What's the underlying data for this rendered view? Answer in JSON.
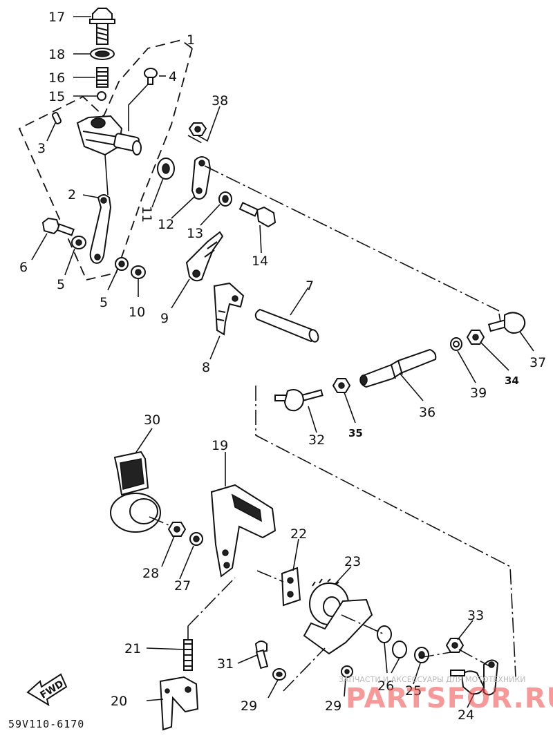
{
  "diagram": {
    "callouts": [
      {
        "id": "c17",
        "text": "17"
      },
      {
        "id": "c18",
        "text": "18"
      },
      {
        "id": "c16",
        "text": "16"
      },
      {
        "id": "c15",
        "text": "15"
      },
      {
        "id": "c1",
        "text": "1"
      },
      {
        "id": "c4",
        "text": "4"
      },
      {
        "id": "c3",
        "text": "3"
      },
      {
        "id": "c38",
        "text": "38"
      },
      {
        "id": "c2",
        "text": "2"
      },
      {
        "id": "c11",
        "text": "11"
      },
      {
        "id": "c12",
        "text": "12"
      },
      {
        "id": "c13",
        "text": "13"
      },
      {
        "id": "c14",
        "text": "14"
      },
      {
        "id": "c6",
        "text": "6"
      },
      {
        "id": "c5a",
        "text": "5"
      },
      {
        "id": "c5b",
        "text": "5"
      },
      {
        "id": "c10",
        "text": "10"
      },
      {
        "id": "c9",
        "text": "9"
      },
      {
        "id": "c7",
        "text": "7"
      },
      {
        "id": "c8",
        "text": "8"
      },
      {
        "id": "c37",
        "text": "37"
      },
      {
        "id": "c34",
        "text": "34"
      },
      {
        "id": "c39",
        "text": "39"
      },
      {
        "id": "c36",
        "text": "36"
      },
      {
        "id": "c35",
        "text": "35"
      },
      {
        "id": "c32",
        "text": "32"
      },
      {
        "id": "c30",
        "text": "30"
      },
      {
        "id": "c19",
        "text": "19"
      },
      {
        "id": "c22",
        "text": "22"
      },
      {
        "id": "c23",
        "text": "23"
      },
      {
        "id": "c28",
        "text": "28"
      },
      {
        "id": "c27",
        "text": "27"
      },
      {
        "id": "c33",
        "text": "33"
      },
      {
        "id": "c21",
        "text": "21"
      },
      {
        "id": "c31",
        "text": "31"
      },
      {
        "id": "c26",
        "text": "26"
      },
      {
        "id": "c25",
        "text": "25"
      },
      {
        "id": "c20",
        "text": "20"
      },
      {
        "id": "c29a",
        "text": "29"
      },
      {
        "id": "c29b",
        "text": "29"
      },
      {
        "id": "c24",
        "text": "24"
      }
    ],
    "fwd_label": "FWD",
    "drawing_code": "59V110-6170"
  },
  "watermark": {
    "small_text": "ЗАПЧАСТИ И АКСЕССУАРЫ ДЛЯ МОТОТЕХНИКИ",
    "big_text": "PARTSFOR.RU",
    "color": "#f04646"
  }
}
